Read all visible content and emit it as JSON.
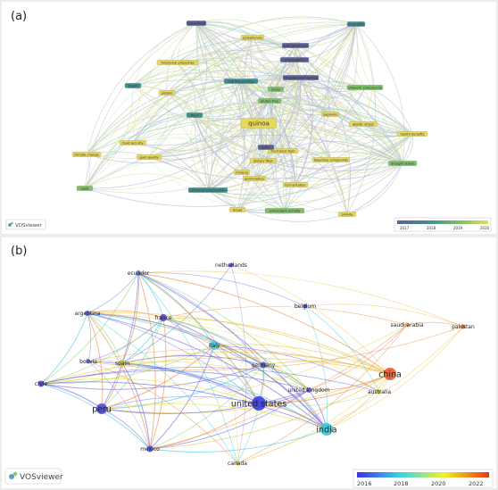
{
  "panel_a": {
    "label": "(a)",
    "keywords": [
      "quinoa",
      "functional properties",
      "functional food",
      "gluten-free",
      "antioxidant activity",
      "bioactive compounds",
      "food security",
      "climate change",
      "starch",
      "protein",
      "phenolic compounds",
      "health benefits",
      "saponins",
      "yield",
      "amaranth",
      "buckwheat",
      "chenopodium quinoa",
      "pseudocereals",
      "nutritional value",
      "abiotic stress",
      "germination",
      "fermentation",
      "seed quality",
      "drought stress",
      "salinity",
      "chemical composition",
      "dietary fiber",
      "bread",
      "mineral",
      "grain",
      "flour",
      "polyphenols",
      "lipids",
      "sustainability"
    ],
    "brand": "VOSviewer",
    "legend_ticks": [
      "2017",
      "2018",
      "2019",
      "2020"
    ]
  },
  "panel_b": {
    "label": "(b)",
    "countries": {
      "ecuador": "ecuador",
      "netherlands": "netherlands",
      "argentina": "argentina",
      "france": "france",
      "belgium": "belgium",
      "saudi_arabia": "saudi arabia",
      "pakistan": "pakistan",
      "italy": "italy",
      "bolivia": "bolivia",
      "spain": "spain",
      "germany": "germany",
      "chile": "chile",
      "china": "china",
      "united_kingdom": "united kingdom",
      "australia": "australia",
      "peru": "peru",
      "united_states": "united states",
      "india": "india",
      "mexico": "mexico",
      "canada": "canada"
    },
    "brand": "VOSviewer",
    "legend_ticks": [
      "2016",
      "2018",
      "2020",
      "2022"
    ]
  },
  "colors": {
    "legend_a": [
      "#5b5f97",
      "#3f8f8f",
      "#7fc06a",
      "#e6dc5a"
    ],
    "legend_b": [
      "#3b32e6",
      "#36d6e8",
      "#f2f02a",
      "#e8361a"
    ]
  }
}
